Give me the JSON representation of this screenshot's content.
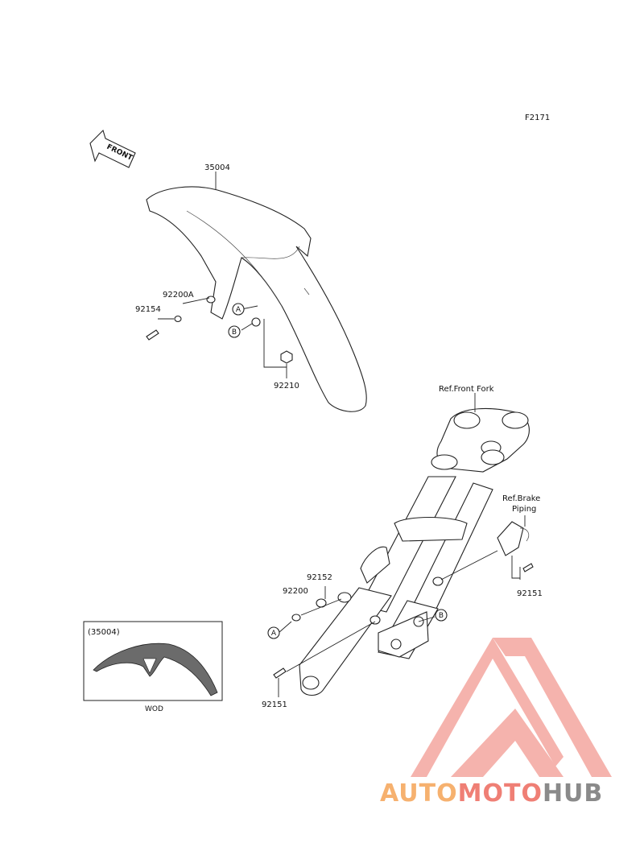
{
  "figure": {
    "code": "F2171",
    "front_label": "FRONT"
  },
  "parts": {
    "fender": "35004",
    "washer_a": "92200A",
    "bolt_top": "92154",
    "nut": "92210",
    "washer": "92200",
    "collar": "92152",
    "bolt_left": "92151",
    "bolt_right": "92151"
  },
  "references": {
    "front_fork": "Ref.Front Fork",
    "brake_line1": "Ref.Brake",
    "brake_line2": "Piping"
  },
  "callouts": {
    "a_top": "A",
    "b_top": "B",
    "a_bottom": "A",
    "b_bottom": "B"
  },
  "inset": {
    "part_ref": "(35004)",
    "variant": "WOD"
  },
  "watermark": {
    "part1": "AUTO",
    "part2": "MOTO",
    "part3": "HUB",
    "color1": "#f6b16f",
    "color2": "#ef7f75",
    "color3": "#8a8a8a"
  }
}
